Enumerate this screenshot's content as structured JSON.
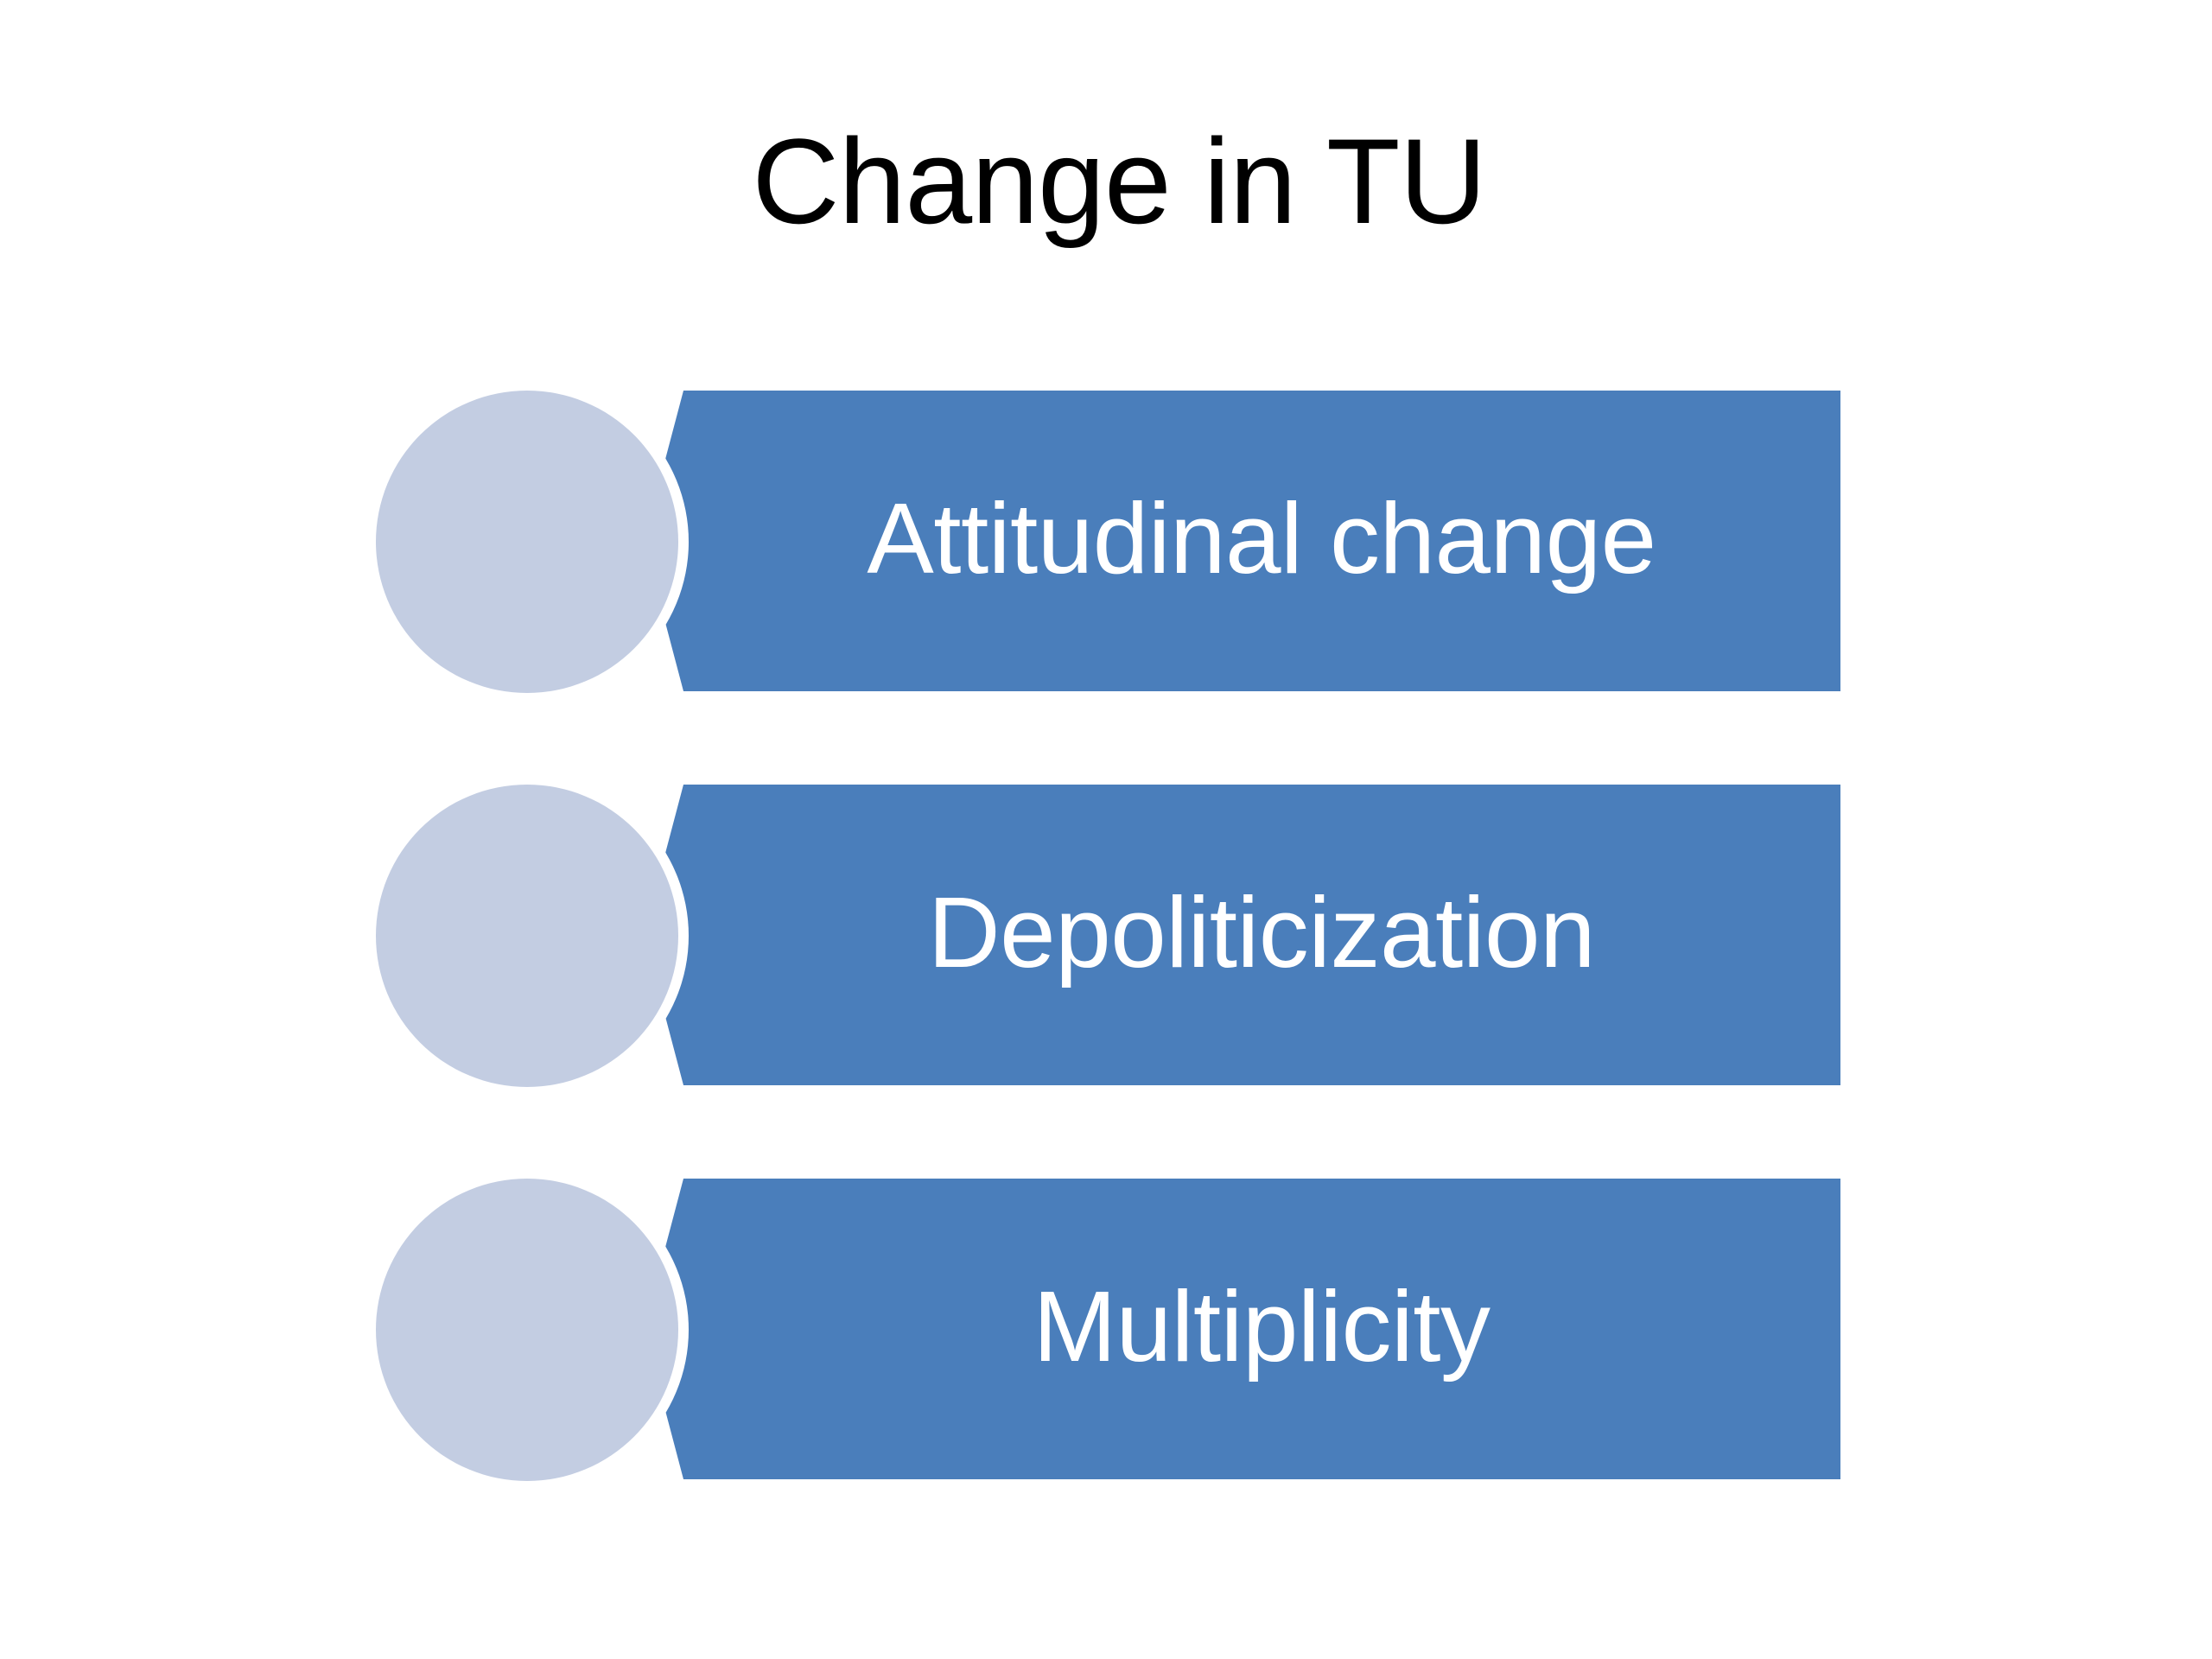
{
  "slide": {
    "title": "Change in TU",
    "background_color": "#FFFFFF",
    "title_color": "#000000",
    "accent_color": "#4A7EBB",
    "circle_color": "#C3CDE2",
    "label_color": "#FFFFFF",
    "items": [
      {
        "label": "Attitudinal change",
        "marker": "bullet-circle"
      },
      {
        "label": "Depoliticization",
        "marker": "bullet-circle"
      },
      {
        "label": "Multiplicity",
        "marker": "bullet-circle"
      }
    ]
  }
}
